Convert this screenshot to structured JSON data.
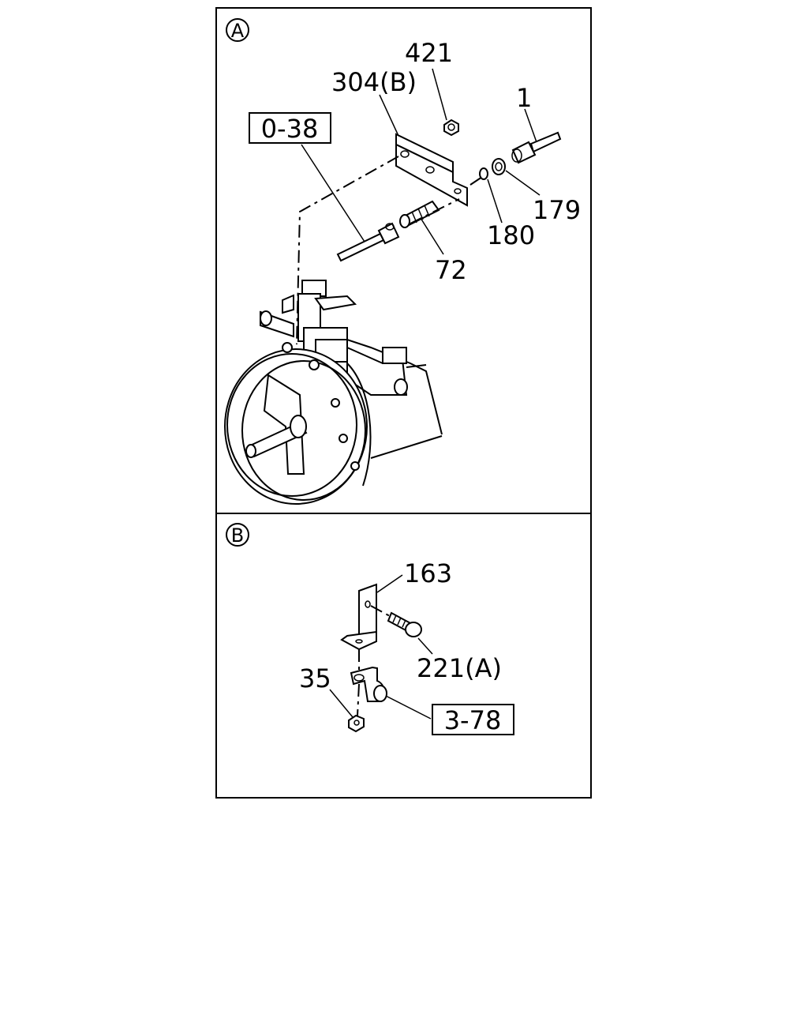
{
  "panels": [
    {
      "id": "A",
      "marker": "A",
      "labels": [
        "421",
        "304(B)",
        "1",
        "179",
        "180",
        "72"
      ],
      "ref_box": "0-38"
    },
    {
      "id": "B",
      "marker": "B",
      "labels": [
        "163",
        "221(A)",
        "35"
      ],
      "ref_box": "3-78"
    }
  ]
}
